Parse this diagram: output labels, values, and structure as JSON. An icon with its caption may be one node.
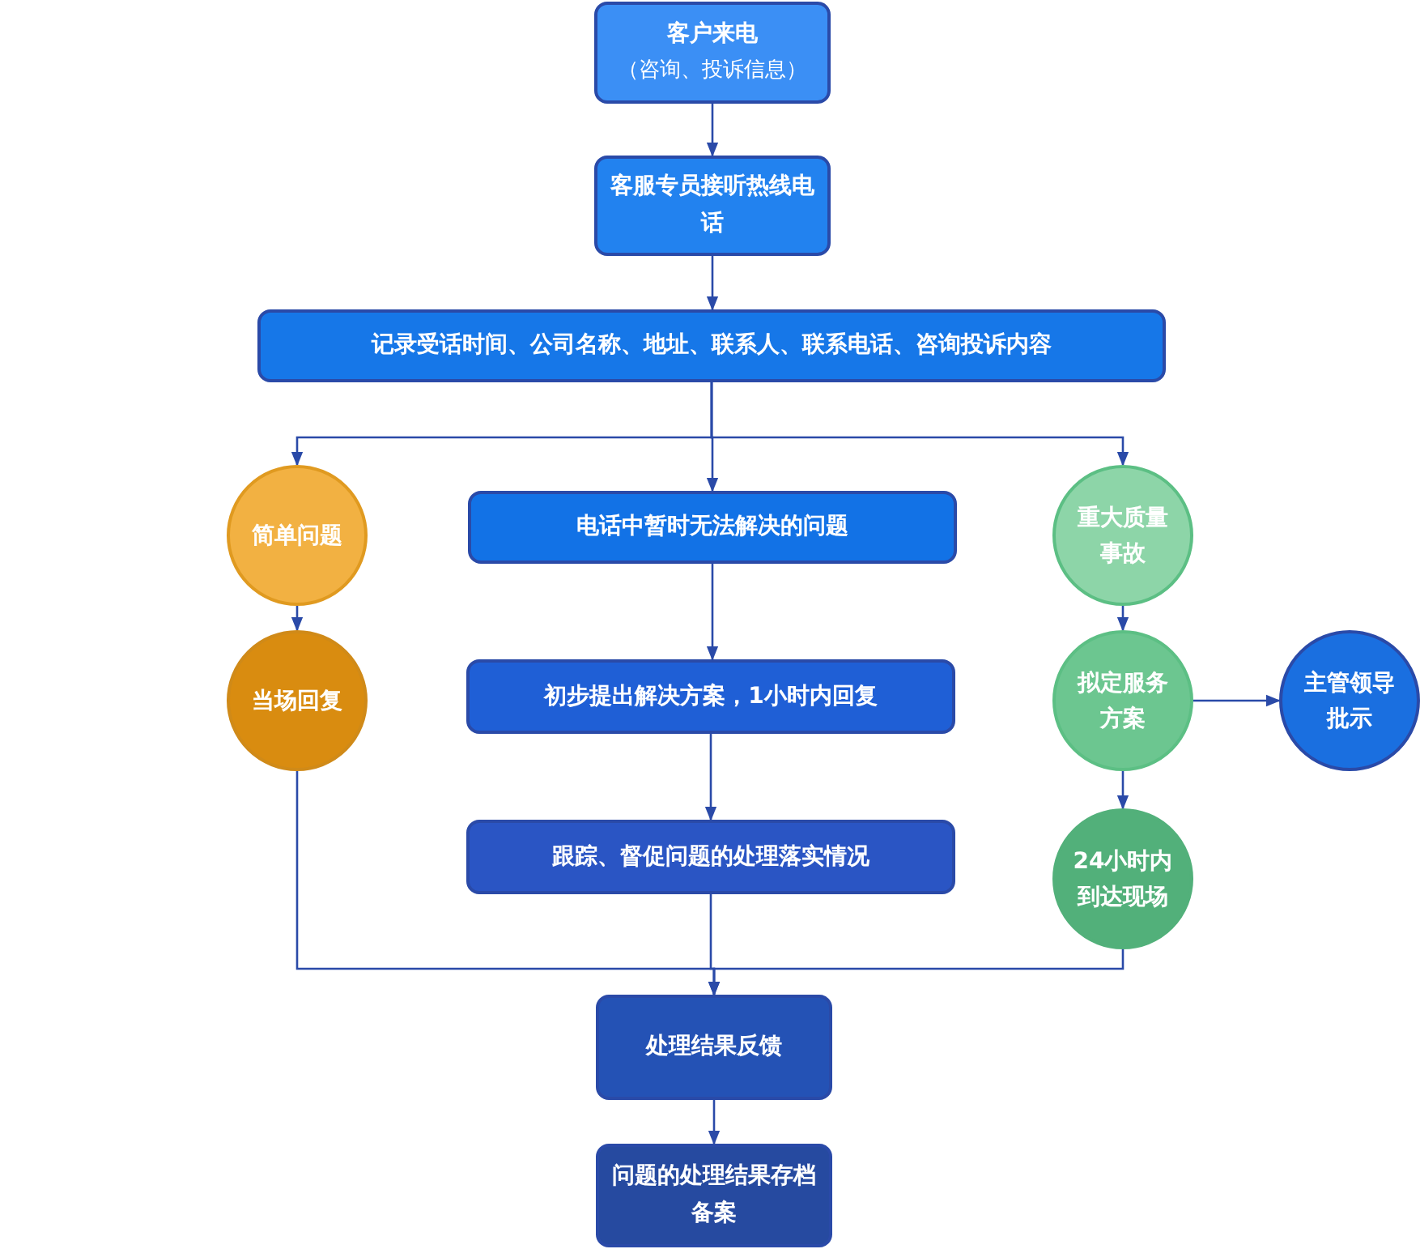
{
  "diagram": {
    "nodes": [
      {
        "text": [
          "客户来电",
          "（咨询、投诉信息）"
        ]
      },
      {
        "text": [
          "客服专员接听热线电话"
        ]
      },
      {
        "text": [
          "记录受话时间、公司名称、地址、联系人、联系电话、咨询投诉内容"
        ]
      },
      {
        "text": [
          "简单问题"
        ]
      },
      {
        "text": [
          "电话中暂时无法解决的问题"
        ]
      },
      {
        "text": [
          "重大质量事故"
        ]
      },
      {
        "text": [
          "当场回复"
        ]
      },
      {
        "text": [
          "初步提出解决方案，1小时内回复"
        ]
      },
      {
        "text": [
          "拟定服务方案"
        ]
      },
      {
        "text": [
          "主管领导批示"
        ]
      },
      {
        "text": [
          "跟踪、督促问题的处理落实情况"
        ]
      },
      {
        "text": [
          "24小时内到达现场"
        ]
      },
      {
        "text": [
          "处理结果反馈"
        ]
      },
      {
        "text": [
          "问题的处理结果存档备案"
        ]
      }
    ],
    "edges": [
      {
        "from": 0,
        "to": 1,
        "arrow": "to"
      },
      {
        "from": 1,
        "to": 2,
        "arrow": "to"
      },
      {
        "from": 2,
        "to": 3,
        "arrow": "to"
      },
      {
        "from": 2,
        "to": 4,
        "arrow": "to"
      },
      {
        "from": 2,
        "to": 5,
        "arrow": "to"
      },
      {
        "from": 3,
        "to": 6,
        "arrow": "to"
      },
      {
        "from": 4,
        "to": 7,
        "arrow": "to"
      },
      {
        "from": 5,
        "to": 8,
        "arrow": "to"
      },
      {
        "from": 8,
        "to": 9,
        "arrow": "to"
      },
      {
        "from": 7,
        "to": 10,
        "arrow": "to"
      },
      {
        "from": 8,
        "to": 11,
        "arrow": "to"
      },
      {
        "from": 6,
        "to": 12,
        "arrow": "to"
      },
      {
        "from": 10,
        "to": 12,
        "arrow": "to"
      },
      {
        "from": 11,
        "to": 12,
        "arrow": "to"
      },
      {
        "from": 12,
        "to": 13,
        "arrow": "to"
      }
    ]
  }
}
